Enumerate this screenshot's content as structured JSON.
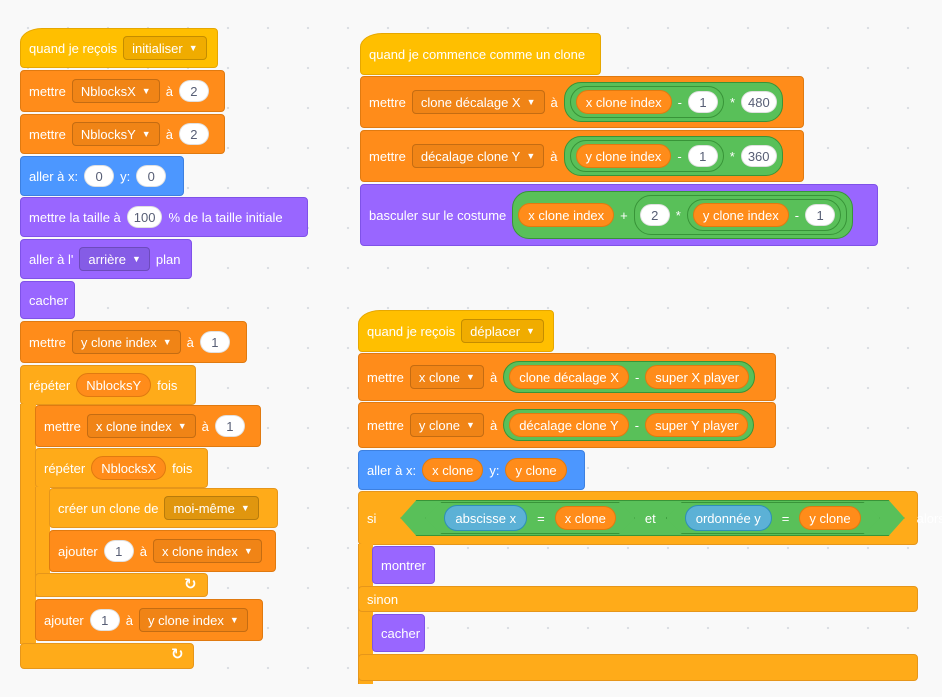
{
  "s1": {
    "hat_text": "quand je reçois",
    "hat_msg": "initialiser",
    "set_label": "mettre",
    "to_label": "à",
    "set1_var": "NblocksX",
    "set1_val": "2",
    "set2_var": "NblocksY",
    "set2_val": "2",
    "goto_label": "aller à x:",
    "goto_x": "0",
    "goto_y_label": "y:",
    "goto_y": "0",
    "size_label": "mettre la taille à",
    "size_val": "100",
    "size_suffix": "% de la taille initiale",
    "layer_label": "aller à l'",
    "layer_dd": "arrière",
    "layer_suffix": "plan",
    "hide": "cacher",
    "set3_var": "y clone index",
    "set3_val": "1",
    "repeat_label": "répéter",
    "repeat_times": "fois",
    "repeat1_reporter": "NblocksY",
    "set4_var": "x clone index",
    "set4_val": "1",
    "repeat2_reporter": "NblocksX",
    "clone_label": "créer un clone de",
    "clone_dd": "moi-même",
    "add_label": "ajouter",
    "add1_val": "1",
    "add1_var": "x clone index",
    "add2_val": "1",
    "add2_var": "y clone index",
    "loop_arrow": "↻"
  },
  "s2": {
    "hat_text": "quand je commence comme un clone",
    "set_label": "mettre",
    "to_label": "à",
    "set1_var": "clone décalage X",
    "x_index": "x clone index",
    "minus": "-",
    "one": "1",
    "times": "*",
    "w480": "480",
    "set2_var": "décalage clone Y",
    "y_index": "y clone index",
    "h360": "360",
    "costume_label": "basculer sur le costume",
    "plus": "+",
    "two": "2"
  },
  "s3": {
    "hat_text": "quand je reçois",
    "hat_msg": "déplacer",
    "set_label": "mettre",
    "to_label": "à",
    "set1_var": "x clone",
    "set1_a": "clone décalage X",
    "minus": "-",
    "set1_b": "super X player",
    "set2_var": "y clone",
    "set2_a": "décalage clone Y",
    "set2_b": "super Y player",
    "goto_label": "aller à x:",
    "goto_x": "x clone",
    "goto_y_label": "y:",
    "goto_y": "y clone",
    "if_label": "si",
    "sense1": "abscisse x",
    "eq": "=",
    "val1": "x clone",
    "and": "et",
    "sense2": "ordonnée y",
    "val2": "y clone",
    "then": "alors",
    "show": "montrer",
    "else": "sinon",
    "hide": "cacher"
  },
  "colors": {
    "events": "#ffbf00",
    "control": "#ffab19",
    "variables": "#ff8c1a",
    "motion": "#4c97ff",
    "looks": "#9966ff",
    "operators": "#59c059",
    "sensing": "#5cb1d6"
  }
}
